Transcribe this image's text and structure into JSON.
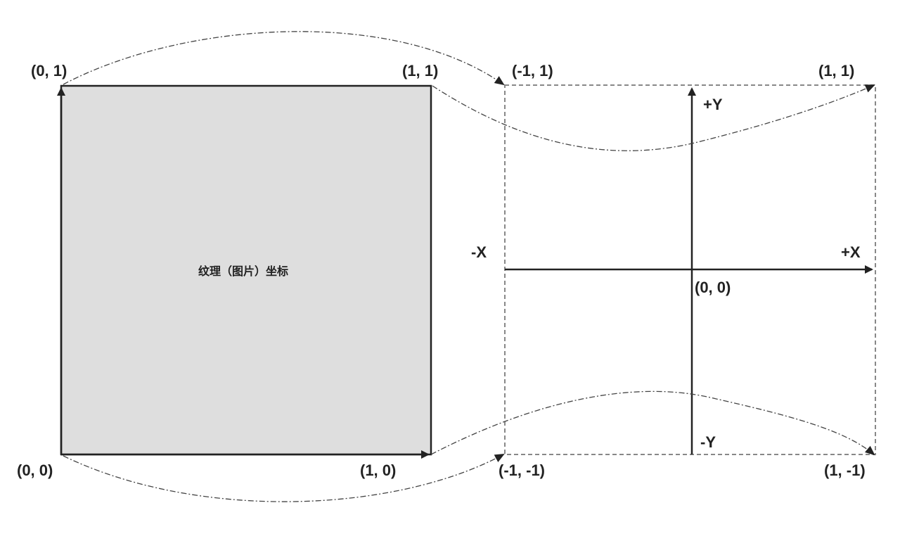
{
  "texture": {
    "center_label": "纹理（图片）坐标",
    "corner_top_left": "(0, 1)",
    "corner_top_right": "(1, 1)",
    "corner_bottom_left": "(0, 0)",
    "corner_bottom_right": "(1, 0)",
    "fill_color": "#dedede"
  },
  "ndc": {
    "corner_top_left": "(-1, 1)",
    "corner_top_right": "(1, 1)",
    "corner_bottom_left": "(-1, -1)",
    "corner_bottom_right": "(1, -1)",
    "origin": "(0, 0)",
    "axis_pos_x": "+X",
    "axis_neg_x": "-X",
    "axis_pos_y": "+Y",
    "axis_neg_y": "-Y"
  },
  "colors": {
    "line": "#222222",
    "dashed_border": "#888888",
    "connector": "#444444"
  }
}
